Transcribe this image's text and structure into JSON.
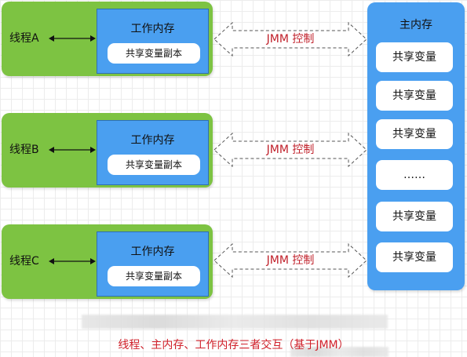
{
  "threads": [
    {
      "label": "线程A",
      "work_memory": "工作内存",
      "copy": "共享变量副本",
      "jmm": "JMM 控制"
    },
    {
      "label": "线程B",
      "work_memory": "工作内存",
      "copy": "共享变量副本",
      "jmm": "JMM 控制"
    },
    {
      "label": "线程C",
      "work_memory": "工作内存",
      "copy": "共享变量副本",
      "jmm": "JMM 控制"
    }
  ],
  "main_memory": {
    "title": "主内存",
    "items": [
      "共享变量",
      "共享变量",
      "共享变量",
      "……",
      "共享变量",
      "共享变量"
    ]
  },
  "caption": "线程、主内存、工作内存三者交互（基于JMM）",
  "colors": {
    "thread_box": "#7dc342",
    "memory_box": "#4a9ff0",
    "jmm_text": "#c0202a",
    "caption_text": "#d0202a"
  }
}
